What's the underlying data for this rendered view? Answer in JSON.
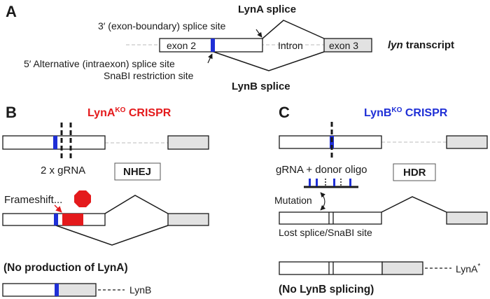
{
  "panel_a": {
    "letter": "A",
    "lyna_splice": "LynA splice",
    "lynb_splice": "LynB splice",
    "site_3prime": "3′ (exon-boundary) splice site",
    "site_5prime": "5′ Alternative (intraexon) splice site",
    "snabi_site": "SnaBI restriction site",
    "exon2": "exon 2",
    "intron": "Intron",
    "exon3": "exon 3",
    "transcript_italic": "lyn",
    "transcript_rest": " transcript"
  },
  "panel_b": {
    "letter": "B",
    "title_main": "LynA",
    "title_sup": "KO",
    "title_end": " CRISPR",
    "grna": "2 x gRNA",
    "method": "NHEJ",
    "frameshift": "Frameshift...",
    "outcome": "(No production of LynA)",
    "product": "LynB"
  },
  "panel_c": {
    "letter": "C",
    "title_main": "LynB",
    "title_sup": "KO",
    "title_end": " CRISPR",
    "grna": "gRNA + donor oligo",
    "method": "HDR",
    "mutation": "Mutation",
    "lost_site": "Lost splice/SnaBI site",
    "outcome": "(No LynB splicing)",
    "product": "LynA",
    "product_sup": "*"
  },
  "colors": {
    "red": "#e41a1c",
    "blue": "#1f2fd6",
    "exon3_fill": "#e2e2e2"
  }
}
